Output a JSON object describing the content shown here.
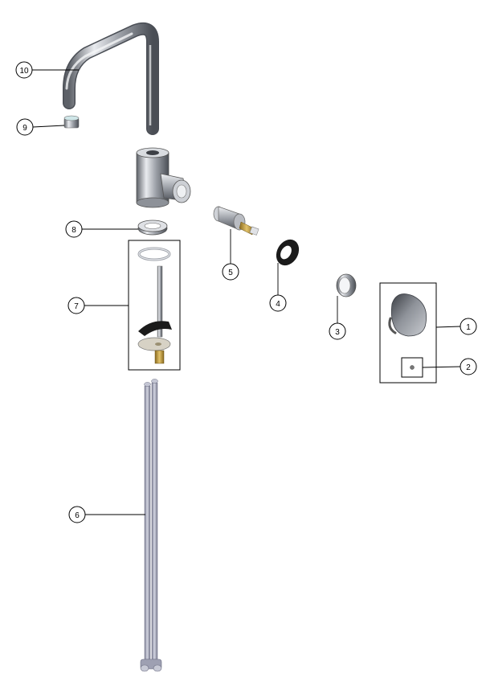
{
  "callouts": {
    "c1": "1",
    "c2": "2",
    "c3": "3",
    "c4": "4",
    "c5": "5",
    "c6": "6",
    "c7": "7",
    "c8": "8",
    "c9": "9",
    "c10": "10"
  },
  "colors": {
    "chrome_light": "#e6e8ec",
    "chrome_mid": "#a9adb4",
    "chrome_dark": "#5d6168",
    "rubber": "#1b1b1b",
    "brass": "#b8902f",
    "hose": "#a9abbd"
  }
}
